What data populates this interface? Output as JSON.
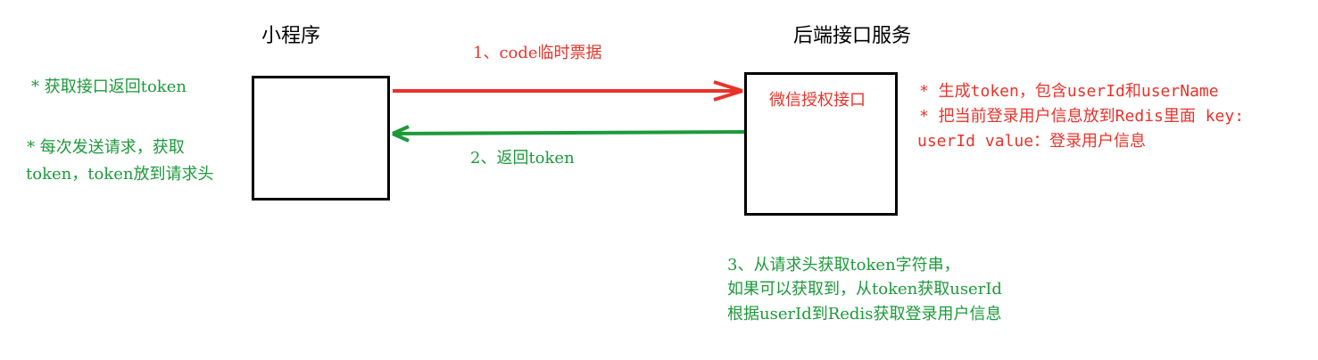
{
  "titles": {
    "mini_program": "小程序",
    "backend": "后端接口服务"
  },
  "arrows": {
    "request_label": "1、code临时票据",
    "response_label": "2、返回token"
  },
  "backend_box": {
    "label": "微信授权接口"
  },
  "left_notes": {
    "note1": "* 获取接口返回token",
    "note2_line1": "* 每次发送请求，获取",
    "note2_line2": "token，token放到请求头"
  },
  "right_notes": {
    "line1": "* 生成token，包含userId和userName",
    "line2": "* 把当前登录用户信息放到Redis里面 key:",
    "line3": "userId  value：登录用户信息"
  },
  "bottom_notes": {
    "line1": "3、从请求头获取token字符串，",
    "line2": "如果可以获取到，从token获取userId",
    "line3": "根据userId到Redis获取登录用户信息"
  },
  "colors": {
    "red": "#e8332b",
    "green": "#1c9a3a",
    "black": "#000000"
  }
}
